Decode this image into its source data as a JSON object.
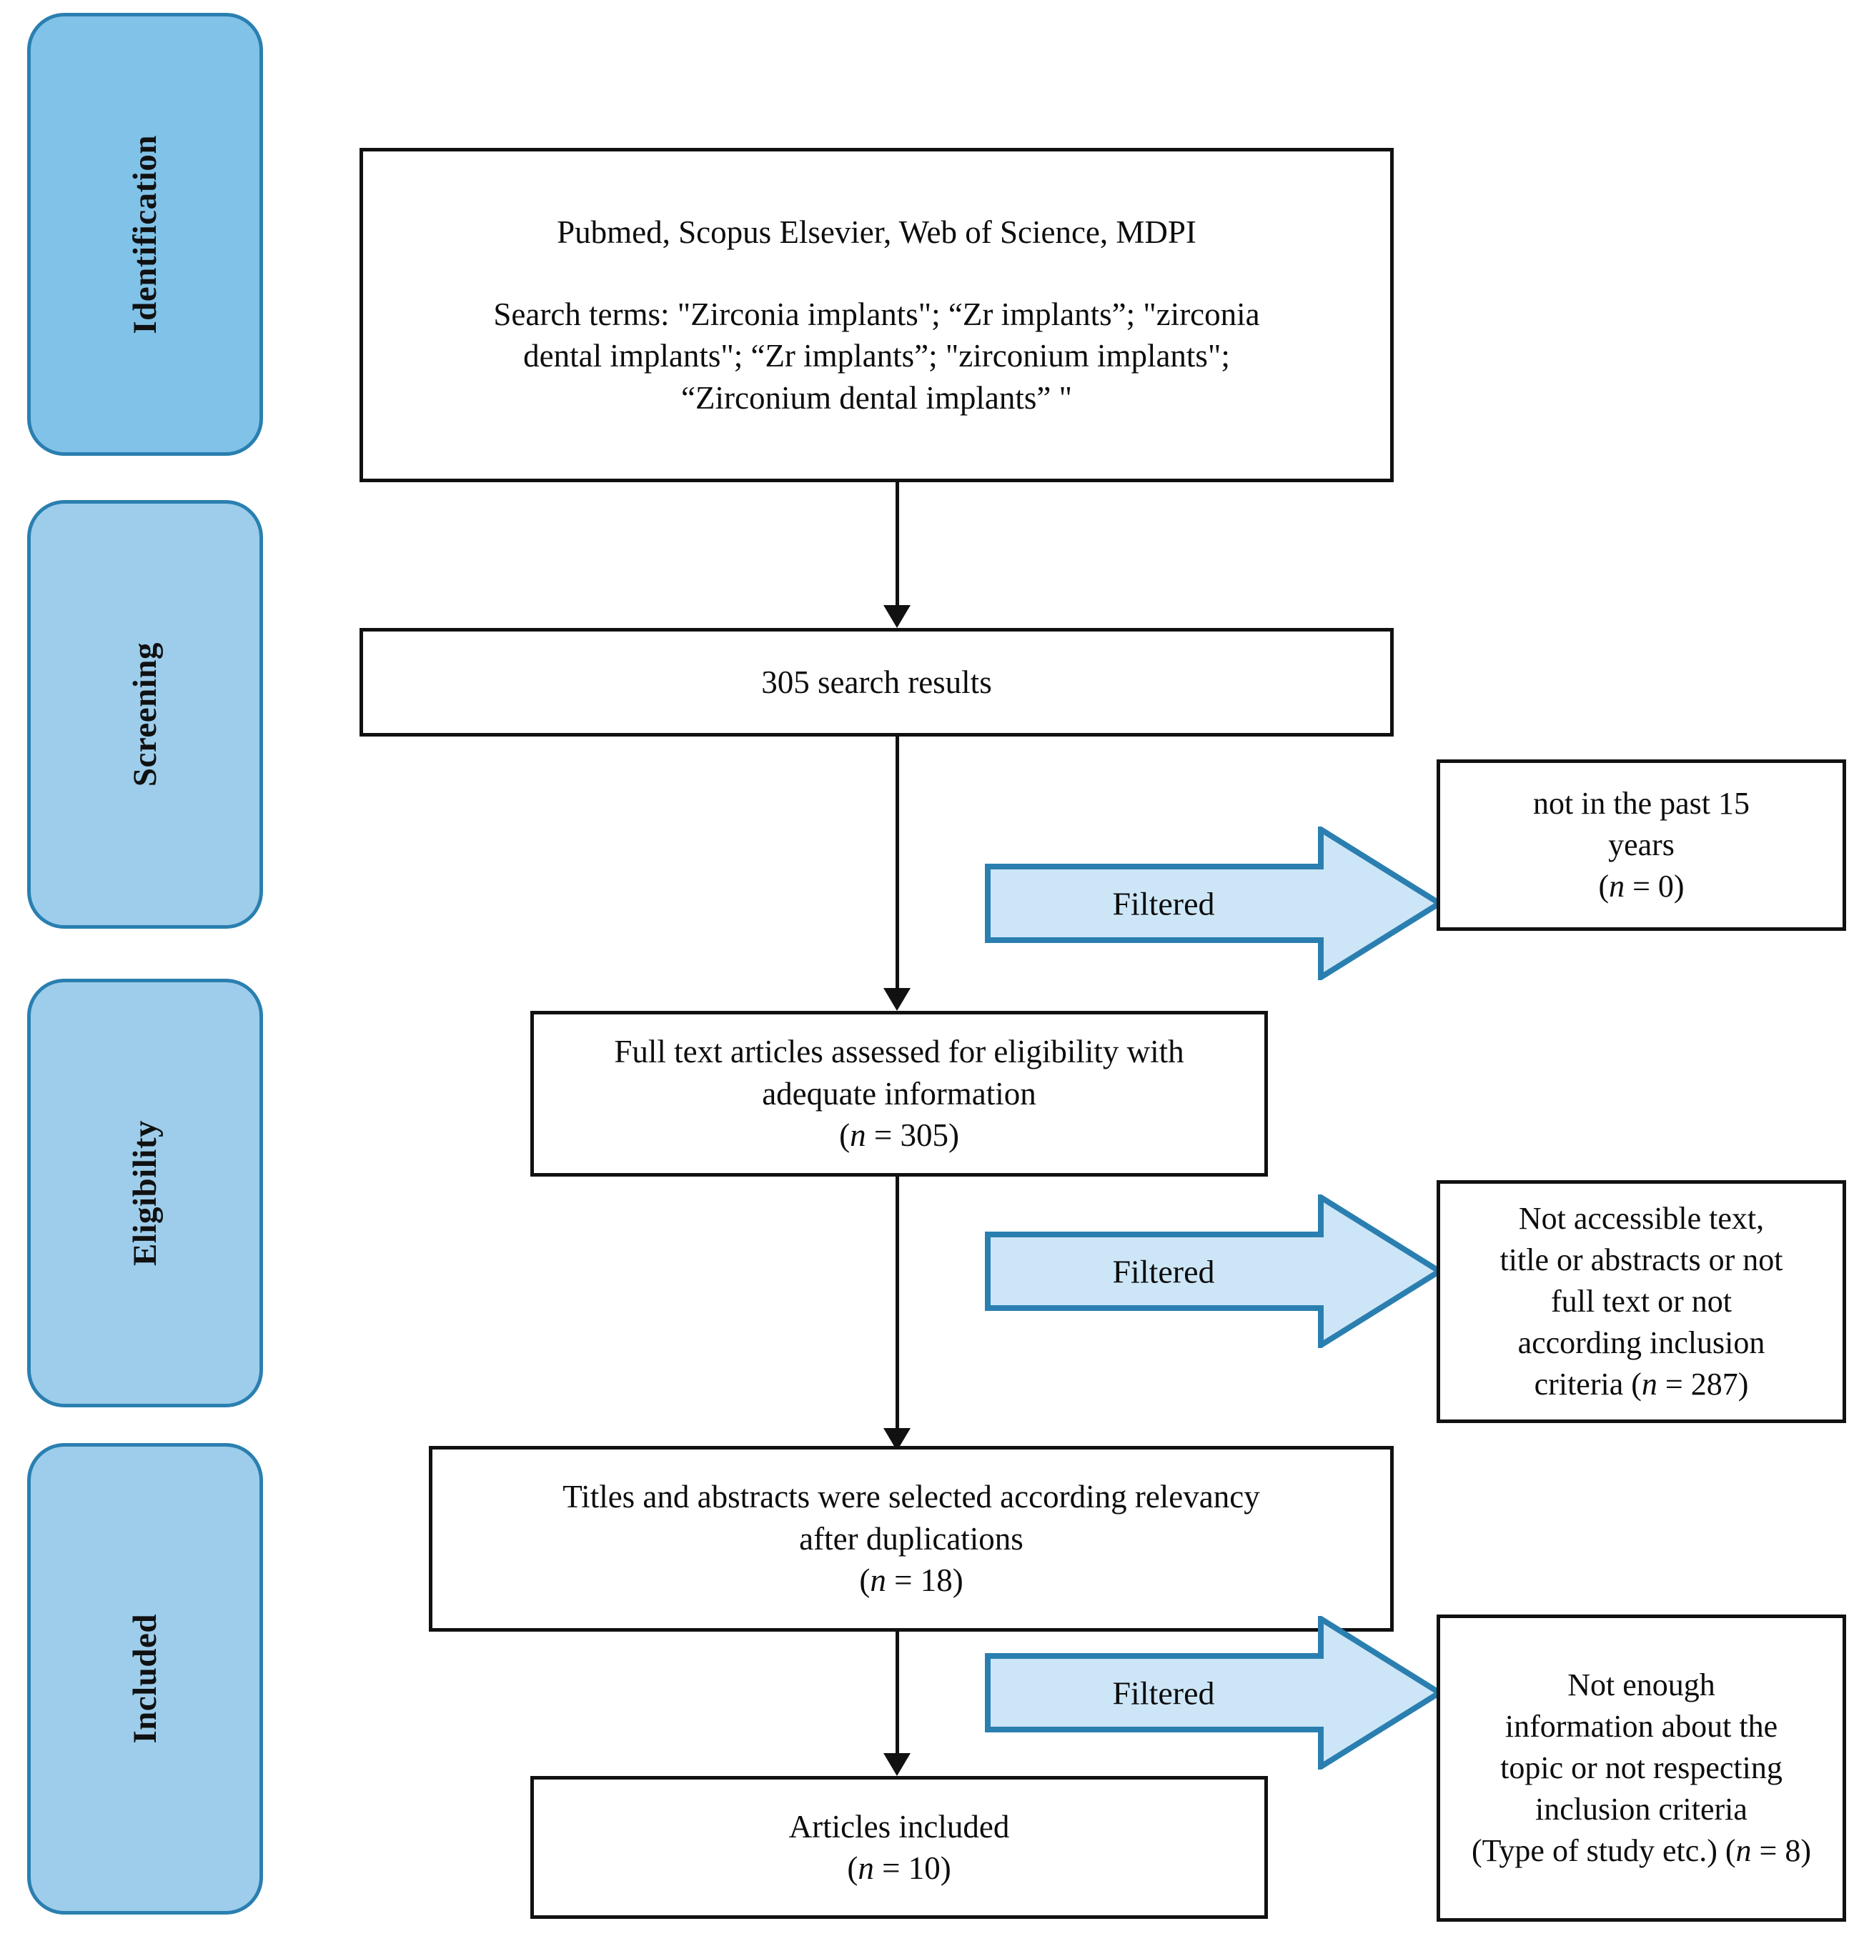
{
  "diagram": {
    "title": "PRISMA flow diagram",
    "colors": {
      "stage_fill": "#9dcdeb",
      "stage_fill_first": "#81c2e8",
      "stage_border": "#2a7fb0",
      "arrow_fill": "#cde6f7",
      "arrow_border": "#2a7fb0",
      "box_border": "#111111",
      "text": "#0d0d0d"
    }
  },
  "stages": [
    {
      "label": "Identification"
    },
    {
      "label": "Screening"
    },
    {
      "label": "Eligibility"
    },
    {
      "label": "Included"
    }
  ],
  "flow_boxes": [
    {
      "id": "sources",
      "line1": "Pubmed, Scopus Elsevier, Web of Science, MDPI",
      "line2": "Search terms: \"Zirconia implants\"; “Zr implants”; \"zirconia",
      "line3": "dental implants\"; “Zr implants”; \"zirconium implants\";",
      "line4": "“Zirconium dental implants” \""
    },
    {
      "id": "search-results",
      "line1": "305 search results"
    },
    {
      "id": "full-text-assessed",
      "line1": "Full text articles assessed for eligibility with",
      "line2": "adequate information",
      "count_prefix": "(",
      "count_italic": "n",
      "count_suffix": " = 305)"
    },
    {
      "id": "titles-abstracts",
      "line1": "Titles and abstracts were selected according relevancy",
      "line2": "after duplications",
      "count_prefix": "(",
      "count_italic": "n",
      "count_suffix": " = 18)"
    },
    {
      "id": "articles-included",
      "line1": "Articles included",
      "count_prefix": "(",
      "count_italic": "n",
      "count_suffix": " = 10)"
    }
  ],
  "filters": [
    {
      "id": "filter-1",
      "arrow_label": "Filtered",
      "reason_line1": "not in the past 15",
      "reason_line2": "years",
      "count_prefix": "(",
      "count_italic": "n",
      "count_suffix": " = 0)"
    },
    {
      "id": "filter-2",
      "arrow_label": "Filtered",
      "reason_line1": "Not accessible text,",
      "reason_line2": "title or abstracts or not",
      "reason_line3": "full text or not",
      "reason_line4": "according inclusion",
      "count_prefix": "criteria (",
      "count_italic": "n",
      "count_suffix": " = 287)"
    },
    {
      "id": "filter-3",
      "arrow_label": "Filtered",
      "reason_line1": "Not enough",
      "reason_line2": "information about the",
      "reason_line3": "topic or not respecting",
      "reason_line4": "inclusion criteria",
      "count_prefix": "(Type of study etc.) (",
      "count_italic": "n",
      "count_suffix": " = 8)"
    }
  ],
  "chart_data": {
    "type": "diagram",
    "title": "PRISMA flow diagram for zirconia dental implants review",
    "stages": [
      "Identification",
      "Screening",
      "Eligibility",
      "Included"
    ],
    "nodes": [
      {
        "stage": "Identification",
        "label": "Databases searched: Pubmed, Scopus Elsevier, Web of Science, MDPI",
        "n": null
      },
      {
        "stage": "Screening",
        "label": "305 search results",
        "n": 305
      },
      {
        "stage": "Eligibility",
        "label": "Full text articles assessed for eligibility with adequate information",
        "n": 305
      },
      {
        "stage": "Eligibility",
        "label": "Titles and abstracts were selected according relevancy after duplications",
        "n": 18
      },
      {
        "stage": "Included",
        "label": "Articles included",
        "n": 10
      }
    ],
    "exclusions": [
      {
        "label": "not in the past 15 years",
        "n": 0
      },
      {
        "label": "Not accessible text, title or abstracts or not full text or not according inclusion criteria",
        "n": 287
      },
      {
        "label": "Not enough information about the topic or not respecting inclusion criteria (Type of study etc.)",
        "n": 8
      }
    ]
  }
}
